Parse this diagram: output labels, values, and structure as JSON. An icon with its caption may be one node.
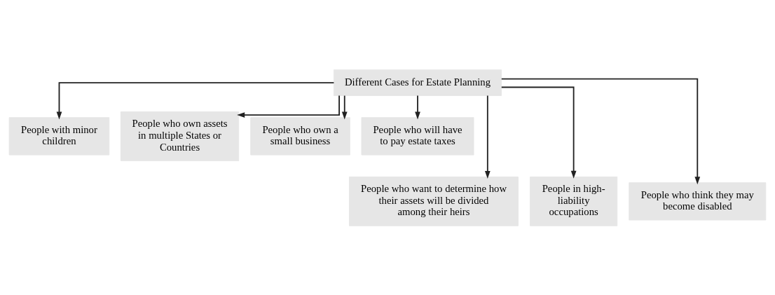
{
  "diagram": {
    "nodes": [
      {
        "text": [
          "Different Cases for Estate Planning"
        ]
      },
      {
        "text": [
          "People with minor children"
        ]
      },
      {
        "text": [
          "People who own assets in multiple States or Countries"
        ]
      },
      {
        "text": [
          "People who own a small business"
        ]
      },
      {
        "text": [
          "People who will have to pay estate taxes"
        ]
      },
      {
        "text": [
          "People who want to determine how their assets will be divided among their heirs"
        ]
      },
      {
        "text": [
          "People in high-liability occupations"
        ]
      },
      {
        "text": [
          "People who think they may become disabled"
        ]
      }
    ],
    "edges": [
      {
        "from": 0,
        "to": 1,
        "arrow": "to"
      },
      {
        "from": 0,
        "to": 5,
        "arrow": "to"
      },
      {
        "from": 0,
        "to": 2,
        "arrow": "to"
      },
      {
        "from": 0,
        "to": 6,
        "arrow": "to"
      },
      {
        "from": 0,
        "to": 3,
        "arrow": "to"
      },
      {
        "from": 0,
        "to": 7,
        "arrow": "to"
      },
      {
        "from": 0,
        "to": 4,
        "arrow": "to"
      }
    ]
  }
}
